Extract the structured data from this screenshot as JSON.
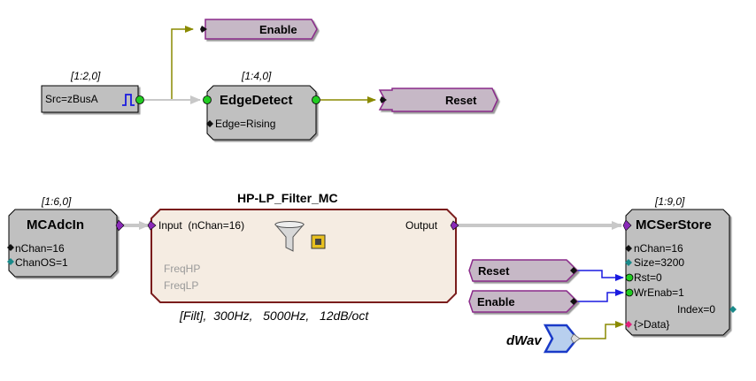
{
  "colors": {
    "block_fill": "#c0c0c0",
    "block_stroke": "#000000",
    "tag_fill": "#c6b8c6",
    "tag_stroke": "#8a2a8a",
    "filter_fill": "#f5ece2",
    "filter_stroke": "#7a1c1c",
    "wire_olive": "#8a8a00",
    "wire_gray": "#c8c8c8",
    "wire_blue": "#1a1ae0",
    "port_green": "#22cc22",
    "port_purple": "#8a2ab8",
    "port_black": "#111111",
    "port_teal": "#1a8a8a",
    "port_pink": "#e0207a",
    "dwav_fill": "#b8cfee",
    "dwav_stroke": "#1a3ac8"
  },
  "source": {
    "index": "[1:2,0]",
    "label": "Src=zBusA",
    "icon": "pulse-icon"
  },
  "edge_detect": {
    "index": "[1:4,0]",
    "title": "EdgeDetect",
    "param": "Edge=Rising"
  },
  "tag_enable_top": {
    "label": "Enable"
  },
  "tag_reset_top": {
    "label": "Reset"
  },
  "mcadcin": {
    "index": "[1:6,0]",
    "title": "MCAdcIn",
    "params": [
      "nChan=16",
      "ChanOS=1"
    ]
  },
  "filter": {
    "title": "HP-LP_Filter_MC",
    "input_label": "Input  (nChan=16)",
    "output_label": "Output",
    "param_hp": "FreqHP",
    "param_lp": "FreqLP",
    "caption": "[Filt],  300Hz,   5000Hz,   12dB/oct",
    "icon": "funnel-icon"
  },
  "mcserstore": {
    "index": "[1:9,0]",
    "title": "MCSerStore",
    "params": [
      "nChan=16",
      "Size=3200",
      "Rst=0",
      "WrEnab=1"
    ],
    "index_out": "Index=0",
    "data_in": "{>Data}"
  },
  "tag_reset_bottom": {
    "label": "Reset"
  },
  "tag_enable_bottom": {
    "label": "Enable"
  },
  "dwav": {
    "label": "dWav"
  }
}
